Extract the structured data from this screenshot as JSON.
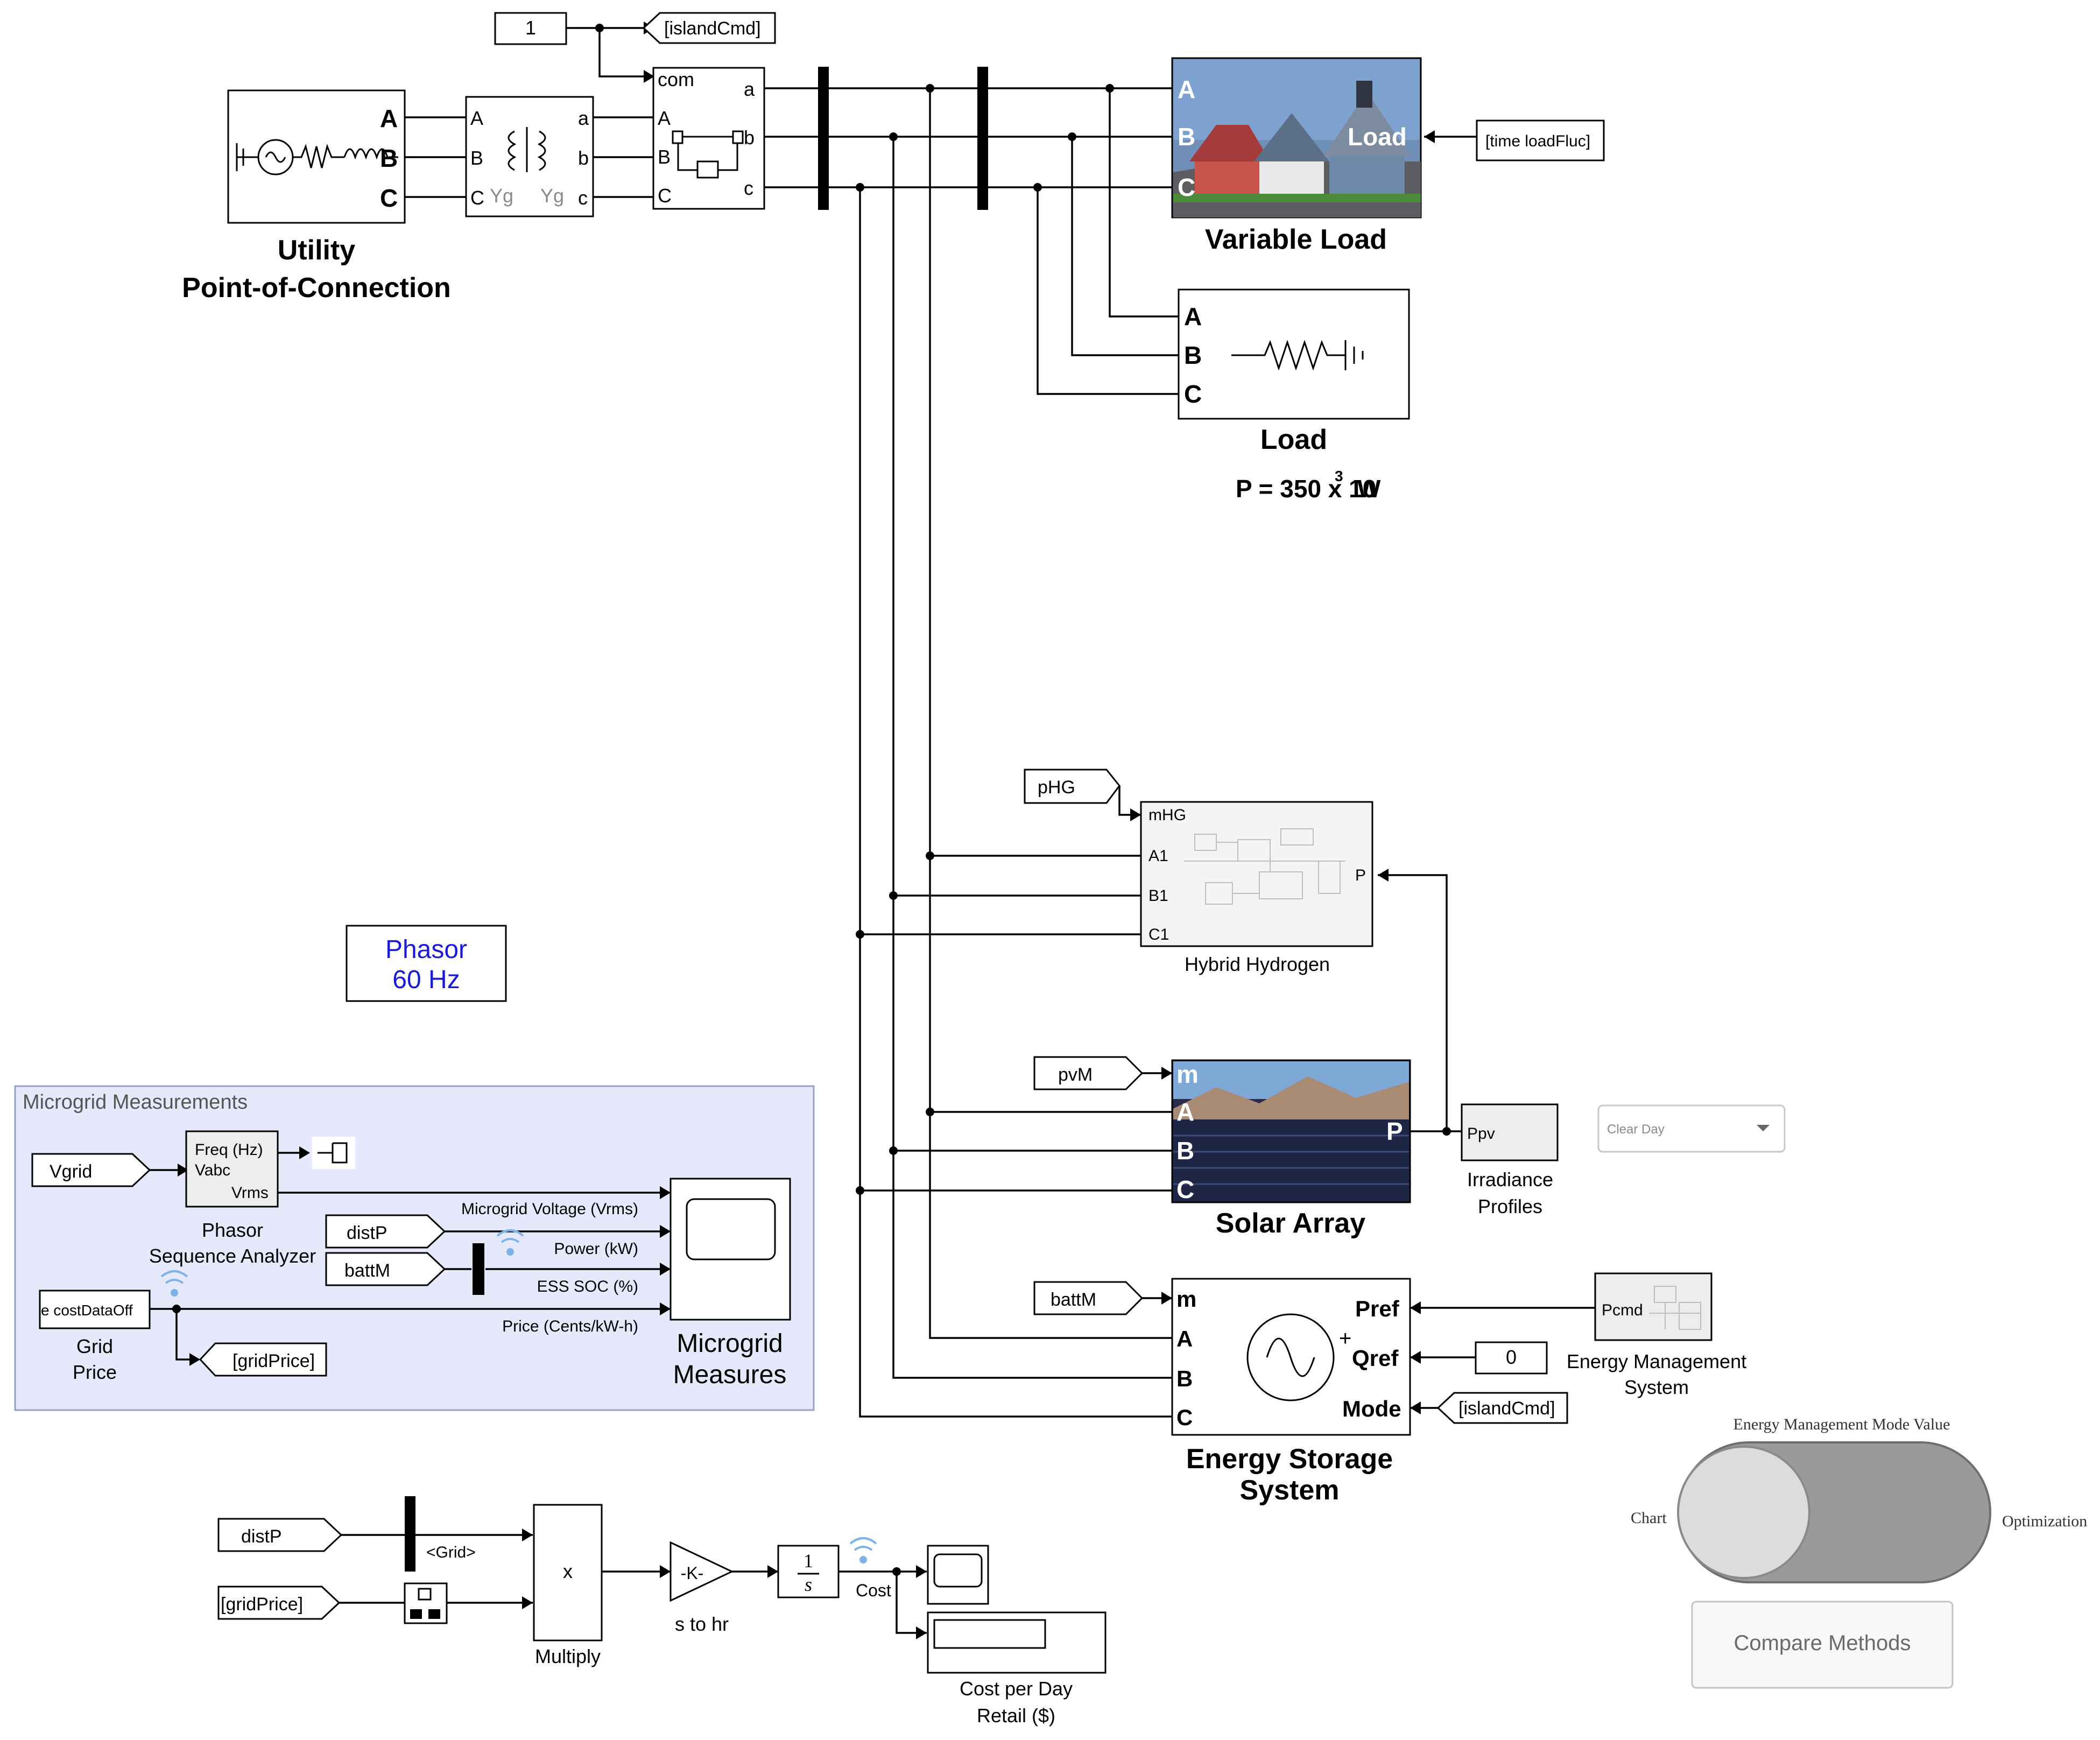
{
  "utility": {
    "title_line1": "Utility",
    "title_line2": "Point-of-Connection",
    "ports": [
      "A",
      "B",
      "C"
    ]
  },
  "transformer": {
    "ports_left": [
      "A",
      "B",
      "C"
    ],
    "ports_right": [
      "a",
      "b",
      "c"
    ],
    "winding1": "Yg",
    "winding2": "Yg"
  },
  "breaker": {
    "com_label": "com",
    "ports_left": [
      "A",
      "B",
      "C"
    ],
    "ports_right": [
      "a",
      "b",
      "c"
    ]
  },
  "constant_one": "1",
  "goto_island_cmd": "[islandCmd]",
  "from_island_cmd": "[islandCmd]",
  "variable_load": {
    "title": "Variable Load",
    "ports": [
      "A",
      "B",
      "C"
    ],
    "load_port": "Load",
    "input_tag": "[time loadFluc]"
  },
  "load": {
    "title": "Load",
    "ports": [
      "A",
      "B",
      "C"
    ],
    "power_prefix": "P = 350 x 10",
    "power_exp": "3",
    "power_unit": "W"
  },
  "hybrid_hydrogen": {
    "title": "Hybrid Hydrogen",
    "tag": "pHG",
    "ports_left": [
      "mHG",
      "A1",
      "B1",
      "C1"
    ],
    "port_right": "P"
  },
  "phasor": {
    "line1": "Phasor",
    "line2": "60 Hz"
  },
  "solar": {
    "title": "Solar Array",
    "tag": "pvM",
    "ports_left": [
      "m",
      "A",
      "B",
      "C"
    ],
    "port_right": "P"
  },
  "irradiance": {
    "port": "Ppv",
    "label_line1": "Irradiance",
    "label_line2": "Profiles",
    "dropdown_value": "Clear Day"
  },
  "ess": {
    "title_line1": "Energy Storage",
    "title_line2": "System",
    "tag": "battM",
    "ports_left": [
      "m",
      "A",
      "B",
      "C"
    ],
    "ports_right": [
      "Pref",
      "Qref",
      "Mode"
    ],
    "plus_sign": "+",
    "qref_constant": "0"
  },
  "ems": {
    "port": "Pcmd",
    "label_line1": "Energy Management",
    "label_line2": "System"
  },
  "measurements": {
    "panel_title": "Microgrid Measurements",
    "vgrid_tag": "Vgrid",
    "analyzer_ports": [
      "Freq (Hz)",
      "Vabc",
      "Vrms"
    ],
    "analyzer_label_line1": "Phasor",
    "analyzer_label_line2": "Sequence Analyzer",
    "distp_tag": "distP",
    "battm_tag": "battM",
    "grid_price_block": "e costDataOff",
    "grid_price_label_line1": "Grid",
    "grid_price_label_line2": "Price",
    "gridprice_goto": "[gridPrice]",
    "signals": [
      "Microgrid Voltage (Vrms)",
      "Power  (kW)",
      "ESS SOC (%)",
      "Price (Cents/kW-h)"
    ],
    "scope_label_line1": "Microgrid",
    "scope_label_line2": "Measures"
  },
  "cost": {
    "distp_tag": "distP",
    "gridprice_from": "[gridPrice]",
    "grid_signal": "<Grid>",
    "multiply_symbol": "x",
    "multiply_label": "Multiply",
    "gain_symbol": "-K-",
    "gain_label": "s to hr",
    "integrator_num": "1",
    "integrator_den": "s",
    "cost_signal": "Cost",
    "display_label_line1": "Cost per Day",
    "display_label_line2": "Retail ($)"
  },
  "mode_switch": {
    "title": "Energy Management Mode Value",
    "left_label": "Chart",
    "right_label": "Optimization"
  },
  "compare_button": "Compare Methods"
}
